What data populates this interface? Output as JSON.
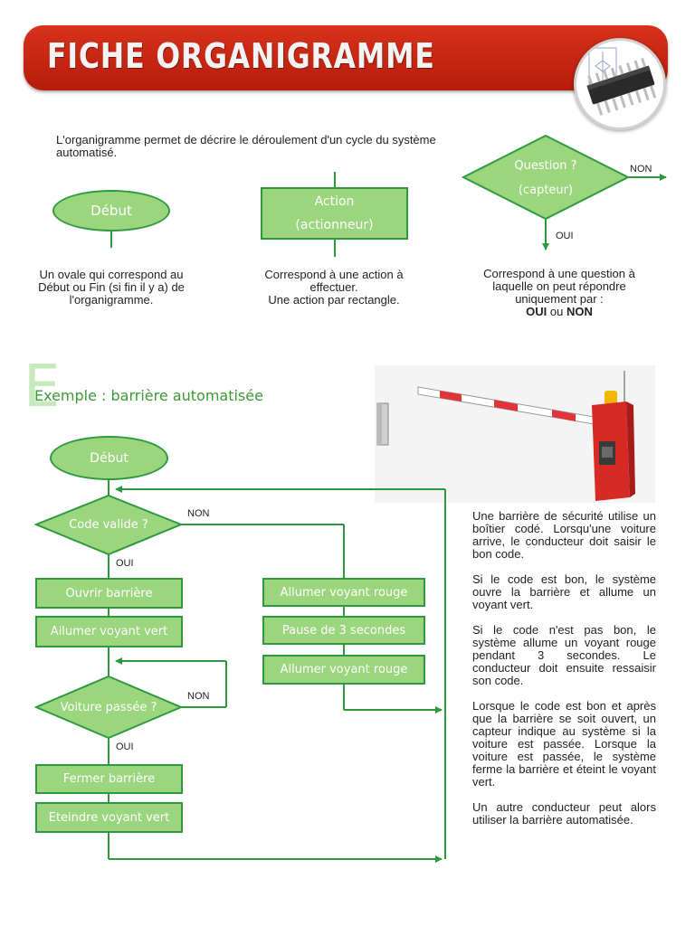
{
  "header": {
    "title": "FICHE ORGANIGRAMME"
  },
  "intro": {
    "text": "L'organigramme permet de décrire le déroulement d'un cycle du système automatisé."
  },
  "legend": {
    "oval": {
      "label": "Début",
      "desc": "Un ovale qui correspond au Début ou  Fin (si fin il y a) de l'organigramme."
    },
    "rect": {
      "line1": "Action",
      "line2": "(actionneur)",
      "desc_line1": "Correspond à une action à effectuer.",
      "desc_line2": "Une action par rectangle."
    },
    "diamond": {
      "line1": "Question ?",
      "line2": "(capteur)",
      "non": "NON",
      "oui": "OUI",
      "desc": "Correspond à une question à laquelle on peut répondre uniquement par :",
      "desc_oui": "OUI",
      "desc_ou": "ou",
      "desc_non": "NON"
    }
  },
  "example": {
    "drop_letter": "E",
    "title": "Exemple : barrière automatisée",
    "start": "Début",
    "q1": "Code valide ?",
    "q1_non": "NON",
    "q1_oui": "OUI",
    "a_open": "Ouvrir barrière",
    "a_green_on": "Allumer voyant vert",
    "a_red_on_1": "Allumer voyant rouge",
    "a_pause": "Pause de 3 secondes",
    "a_red_on_2": "Allumer voyant rouge",
    "q2": "Voiture passée ?",
    "q2_non": "NON",
    "q2_oui": "OUI",
    "a_close": "Fermer barrière",
    "a_green_off": "Eteindre voyant vert"
  },
  "description": {
    "p1": "Une barrière de sécurité utilise un boîtier codé. Lorsqu'une voiture arrive, le conducteur doit saisir le bon code.",
    "p2": "Si  le code est bon, le système ouvre la barrière et allume un voyant vert.",
    "p3": "Si le code n'est pas bon, le système allume un voyant rouge pendant 3 secondes. Le conducteur doit ensuite ressaisir son code.",
    "p4": "Lorsque le code est bon et après que la barrière se soit ouvert, un capteur indique au système si la voiture est passée. Lorsque la voiture est passée, le système ferme la barrière et éteint le voyant vert.",
    "p5": "Un autre conducteur peut alors utiliser la barrière automatisée."
  },
  "colors": {
    "banner": "#c4250f",
    "shape_fill": "#9bd57d",
    "shape_border": "#2e9a3f",
    "arrow": "#2e9a3f",
    "title_green": "#3b9a36"
  }
}
